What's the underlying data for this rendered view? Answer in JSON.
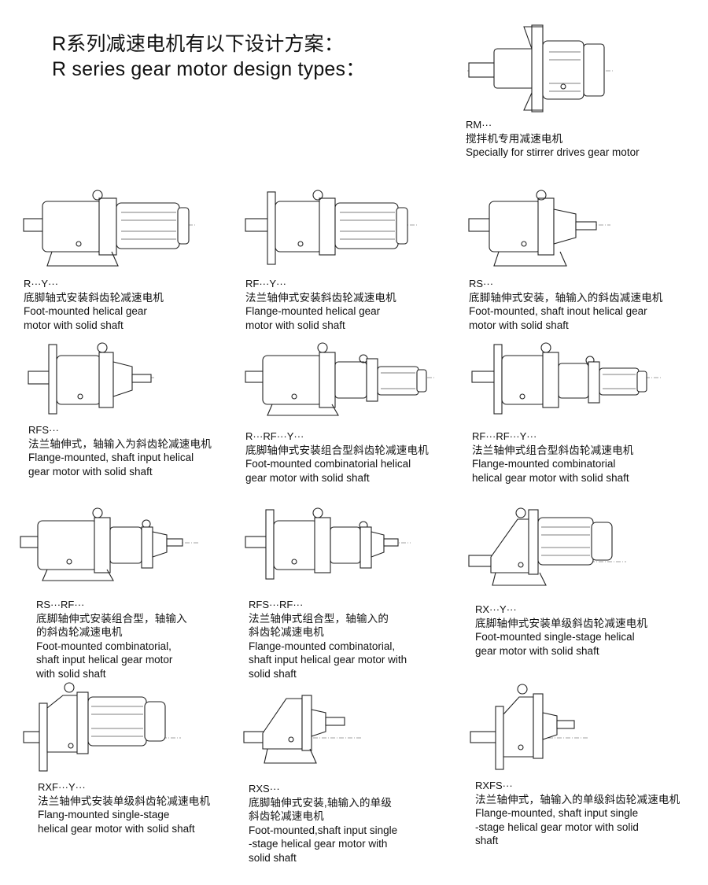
{
  "title": {
    "line_cn": "R系列减速电机有以下设计方案：",
    "line_en": "R series gear motor design types："
  },
  "items": [
    {
      "code": "RM···",
      "cn": "搅拌机专用减速电机",
      "en": [
        "Specially for stirrer drives gear motor"
      ],
      "drawing_icon": "stirrer-gear-motor-drawing"
    },
    {
      "code": "R···Y···",
      "cn": [
        "底脚轴式安装斜齿轮减速电机"
      ],
      "en": [
        "Foot-mounted helical gear",
        "motor with solid shaft"
      ],
      "drawing_icon": "foot-mounted-gear-motor-drawing"
    },
    {
      "code": "RF···Y···",
      "cn": [
        "法兰轴伸式安装斜齿轮减速电机"
      ],
      "en": [
        "Flange-mounted helical gear",
        "motor with solid shaft"
      ],
      "drawing_icon": "flange-mounted-gear-motor-drawing"
    },
    {
      "code": "RS···",
      "cn": [
        "底脚轴伸式安装，轴输入的斜齿减速电机"
      ],
      "en": [
        "Foot-mounted, shaft inout helical gear",
        "motor with solid shaft"
      ],
      "drawing_icon": "foot-mounted-shaft-input-drawing"
    },
    {
      "code": "RFS···",
      "cn": [
        "法兰轴伸式，轴输入为斜齿轮减速电机"
      ],
      "en": [
        "Flange-mounted, shaft input helical",
        "gear motor with solid shaft"
      ],
      "drawing_icon": "flange-mounted-shaft-input-drawing"
    },
    {
      "code": "R···RF···Y···",
      "cn": [
        "底脚轴伸式安装组合型斜齿轮减速电机"
      ],
      "en": [
        "Foot-mounted combinatorial helical",
        "gear motor with solid shaft"
      ],
      "drawing_icon": "foot-mounted-combination-drawing"
    },
    {
      "code": "RF···RF···Y···",
      "cn": [
        "法兰轴伸式组合型斜齿轮减速电机"
      ],
      "en": [
        "Flange-mounted combinatorial",
        "helical gear motor with solid shaft"
      ],
      "drawing_icon": "flange-mounted-combination-drawing"
    },
    {
      "code": "RS···RF···",
      "cn": [
        "底脚轴伸式安装组合型，轴输入",
        "的斜齿轮减速电机"
      ],
      "en": [
        "Foot-mounted combinatorial,",
        "shaft input helical gear motor",
        "with solid shaft"
      ],
      "drawing_icon": "foot-mounted-combination-shaft-input-drawing"
    },
    {
      "code": "RFS···RF···",
      "cn": [
        "法兰轴伸式组合型，轴输入的",
        "斜齿轮减速电机"
      ],
      "en": [
        "Flange-mounted combinatorial,",
        "shaft input helical gear motor with",
        "solid shaft"
      ],
      "drawing_icon": "flange-mounted-combination-shaft-input-drawing"
    },
    {
      "code": "RX···Y···",
      "cn": [
        "底脚轴伸式安装单级斜齿轮减速电机"
      ],
      "en": [
        "Foot-mounted single-stage helical",
        "gear motor with solid shaft"
      ],
      "drawing_icon": "foot-mounted-single-stage-drawing"
    },
    {
      "code": "RXF···Y···",
      "cn": [
        "法兰轴伸式安装单级斜齿轮减速电机"
      ],
      "en": [
        "Flang-mounted single-stage",
        "helical gear motor with solid shaft"
      ],
      "drawing_icon": "flange-mounted-single-stage-drawing"
    },
    {
      "code": "RXS···",
      "cn": [
        "底脚轴伸式安装,轴输入的单级",
        "斜齿轮减速电机"
      ],
      "en": [
        "Foot-mounted,shaft input single",
        "-stage helical gear motor with",
        "solid shaft"
      ],
      "drawing_icon": "foot-mounted-single-stage-shaft-input-drawing"
    },
    {
      "code": "RXFS···",
      "cn": [
        "法兰轴伸式，轴输入的单级斜齿轮减速电机"
      ],
      "en": [
        "Flange-mounted, shaft input single",
        "-stage helical gear motor with solid",
        "shaft"
      ],
      "drawing_icon": "flange-mounted-single-stage-shaft-input-drawing"
    }
  ]
}
